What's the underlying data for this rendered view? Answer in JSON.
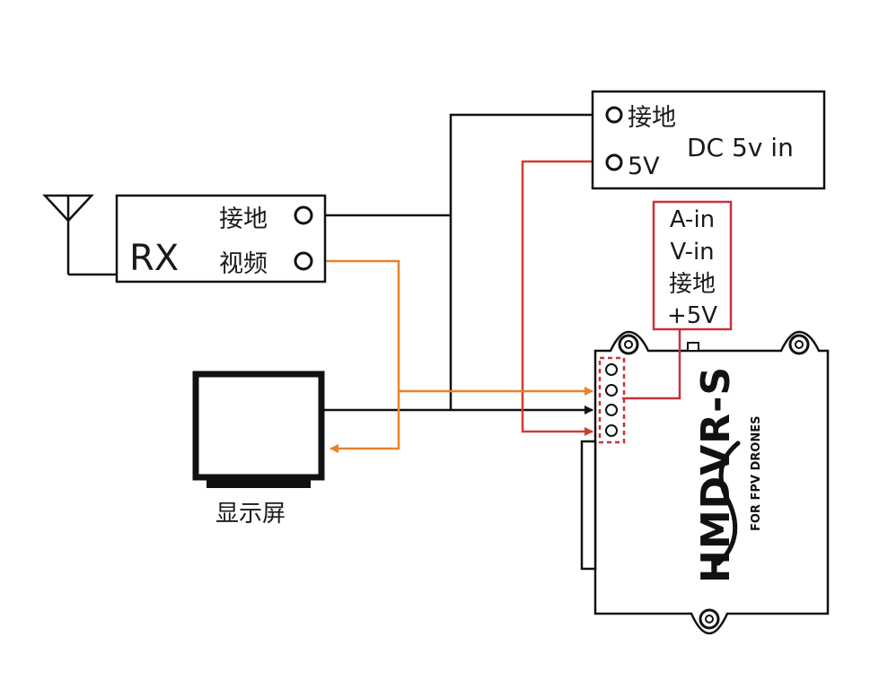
{
  "colors": {
    "ground_wire": "#111111",
    "power_wire": "#d63a2f",
    "video_wire": "#e8822d",
    "highlight_box": "#c8323a",
    "outline": "#111111"
  },
  "rx": {
    "title": "RX",
    "pins": [
      {
        "label": "接地",
        "role": "ground"
      },
      {
        "label": "视频",
        "role": "video"
      }
    ],
    "antenna_icon": "antenna-icon"
  },
  "power_supply": {
    "title": "DC 5v in",
    "pins": [
      {
        "label": "接地",
        "role": "ground"
      },
      {
        "label": "5V",
        "role": "power"
      }
    ]
  },
  "monitor": {
    "label": "显示屏",
    "icon": "monitor-icon"
  },
  "device": {
    "brand": "HMDVR-S",
    "tagline": "FOR FPV DRONES",
    "pin_legend": [
      "A-in",
      "V-in",
      "接地",
      "+5V"
    ]
  }
}
